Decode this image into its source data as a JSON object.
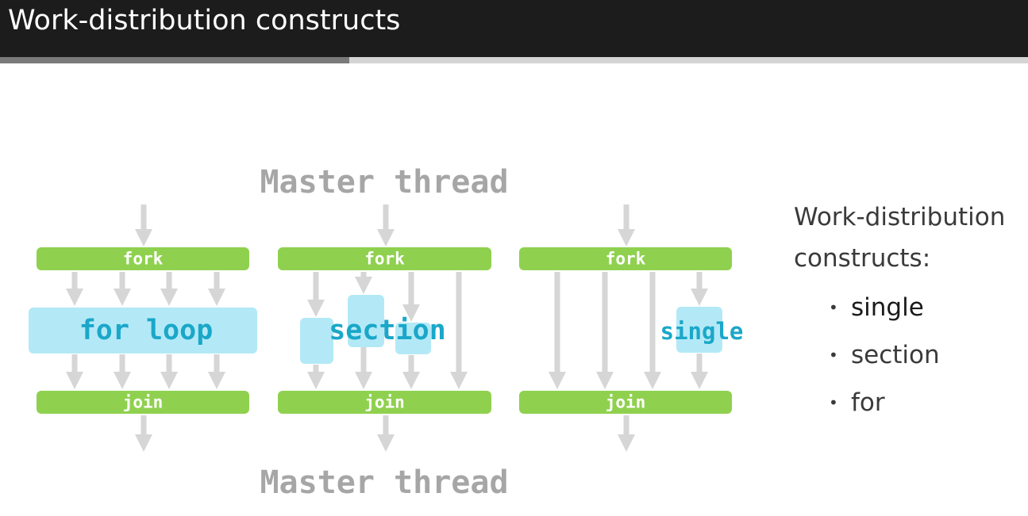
{
  "slide": {
    "title": "Work-distribution constructs"
  },
  "progress": {
    "fraction": 0.34
  },
  "diagram": {
    "master_top": "Master thread",
    "master_bottom": "Master thread",
    "fork_label": "fork",
    "join_label": "join",
    "panels": [
      {
        "construct_label": "for loop"
      },
      {
        "construct_label": "section"
      },
      {
        "construct_label": "single"
      }
    ],
    "colors": {
      "bar": "#8fd14f",
      "block": "#b3e9f6",
      "construct_text": "#1aa7c9",
      "arrow": "#d6d6d6",
      "master_text": "#a6a6a6"
    }
  },
  "sidebar": {
    "heading_lines": [
      "Work-distribution",
      "constructs:"
    ],
    "items": [
      {
        "label": "single",
        "active": true
      },
      {
        "label": "section",
        "active": false
      },
      {
        "label": "for",
        "active": false
      }
    ]
  }
}
